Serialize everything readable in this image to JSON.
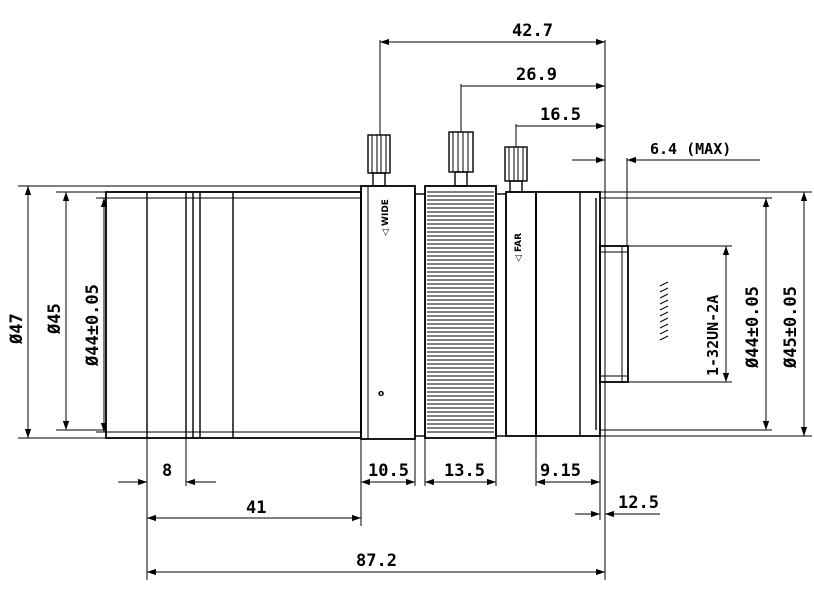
{
  "drawing": {
    "dimensions": {
      "top_42_7": "42.7",
      "top_26_9": "26.9",
      "top_16_5": "16.5",
      "top_6_4": "6.4 (MAX)",
      "left_d47": "Ø47",
      "left_d45": "Ø45",
      "left_d44": "Ø44±0.05",
      "right_thread": "1-32UN-2A",
      "right_d44": "Ø44±0.05",
      "right_d45": "Ø45±0.05",
      "bottom_8": "8",
      "bottom_10_5": "10.5",
      "bottom_13_5": "13.5",
      "bottom_9_15": "9.15",
      "bottom_41": "41",
      "bottom_12_5": "12.5",
      "bottom_87_2": "87.2"
    },
    "ring_marks": {
      "wide": "◁ WIDE",
      "far": "◁ FAR",
      "index": "o"
    }
  }
}
